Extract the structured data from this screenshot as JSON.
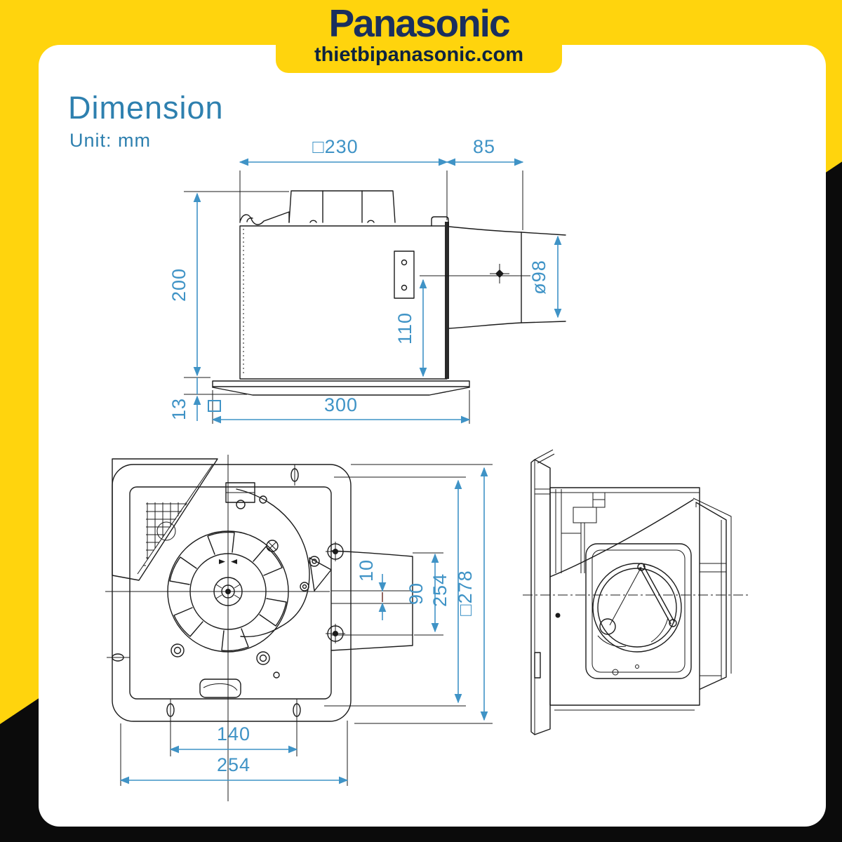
{
  "header": {
    "brand": "Panasonic",
    "site": "thietbipanasonic.com"
  },
  "section": {
    "title": "Dimension",
    "unit": "Unit: mm"
  },
  "colors": {
    "background_yellow": "#FFD40D",
    "corner_black": "#0B0B0B",
    "brand_navy": "#1A2F5E",
    "site_navy": "#0D2340",
    "title_blue": "#2E80AF",
    "dimension_blue": "#3F93C6",
    "line_black": "#1B1B1B"
  },
  "views": {
    "front": {
      "name": "front elevation with duct",
      "dims": {
        "body_width": "□230",
        "duct_length": "85",
        "body_height": "200",
        "duct_diameter": "ø98",
        "duct_center_to_panel": "110",
        "panel_thickness": "13",
        "panel_width": "300"
      }
    },
    "plan": {
      "name": "bottom plan view",
      "dims": {
        "duct_offset": "10",
        "duct_opening": "90",
        "mounting_pitch_vertical": "254",
        "body_square": "□278",
        "slot_pitch": "140",
        "mounting_pitch_horizontal": "254"
      }
    },
    "side": {
      "name": "side elevation"
    }
  }
}
